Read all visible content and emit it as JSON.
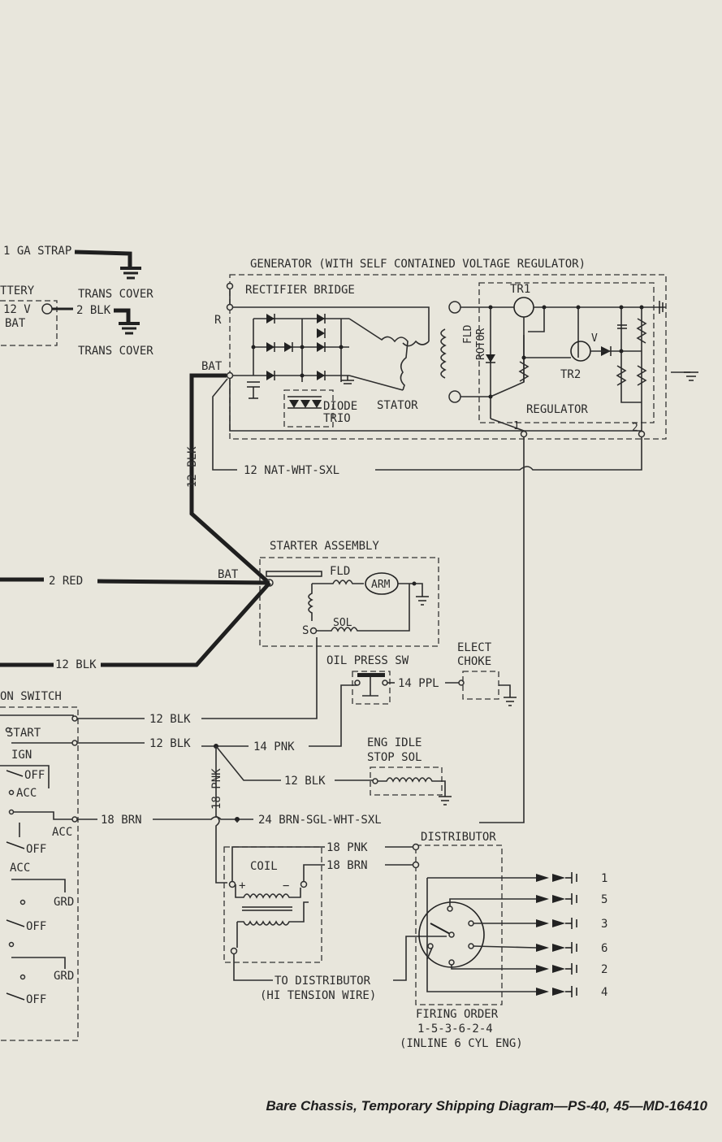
{
  "labels": {
    "ga_strap": "1 GA STRAP",
    "trans_cover_1": "TRANS COVER",
    "trans_cover_2": "TRANS COVER",
    "battery": "TTERY",
    "battery_v": "12 V",
    "battery_bat": "BAT",
    "blk2": "2 BLK",
    "generator": "GENERATOR (WITH SELF CONTAINED VOLTAGE REGULATOR)",
    "rectifier": "RECTIFIER BRIDGE",
    "r": "R",
    "bat_gen": "BAT",
    "tr1": "TR1",
    "fld": "FLD",
    "rotor": "ROTOR",
    "v": "V",
    "tr2": "TR2",
    "regulator": "REGULATOR",
    "stator": "STATOR",
    "diode": "DIODE",
    "trio": "TRIO",
    "t1": "1",
    "t2": "2",
    "blk12_vert": "12 BLK",
    "nat_wht": "12  NAT-WHT-SXL",
    "starter": "STARTER ASSEMBLY",
    "bat_st": "BAT",
    "fld_st": "FLD",
    "arm": "ARM",
    "s": "S",
    "sol": "SOL",
    "red2": "2  RED",
    "blk12_low": "12 BLK",
    "oil": "OIL PRESS SW",
    "elect": "ELECT",
    "choke": "CHOKE",
    "ppl14": "14  PPL",
    "on_switch": "ON SWITCH",
    "start": "START",
    "ign": "IGN",
    "off1": "OFF",
    "acc1": "ACC",
    "acc2": "ACC",
    "off2": "OFF",
    "acc3": "ACC",
    "grd1": "GRD",
    "off3": "OFF",
    "grd2": "GRD",
    "off4": "OFF",
    "blk12_a": "12  BLK",
    "blk12_b": "12  BLK",
    "pnk14": "14  PNK",
    "eng1": "ENG IDLE",
    "eng2": "STOP  SOL",
    "blk12_c": "12  BLK",
    "pnk18_vert": "18 PNK",
    "brn18": "18  BRN",
    "brn24": "24 BRN-SGL-WHT-SXL",
    "distributor": "DISTRIBUTOR",
    "pnk18": "18  PNK",
    "brn18b": "18  BRN",
    "coil": "COIL",
    "plus": "+",
    "minus": "−",
    "to_dist": "TO DISTRIBUTOR",
    "hi_tension": "(HI TENSION WIRE)",
    "firing": "FIRING  ORDER",
    "firing_seq": "1-5-3-6-2-4",
    "inline": "(INLINE 6 CYL ENG)",
    "plugs": [
      "1",
      "5",
      "3",
      "6",
      "2",
      "4"
    ]
  },
  "caption": "Bare Chassis, Temporary Shipping Diagram—PS-40, 45—MD-16410"
}
